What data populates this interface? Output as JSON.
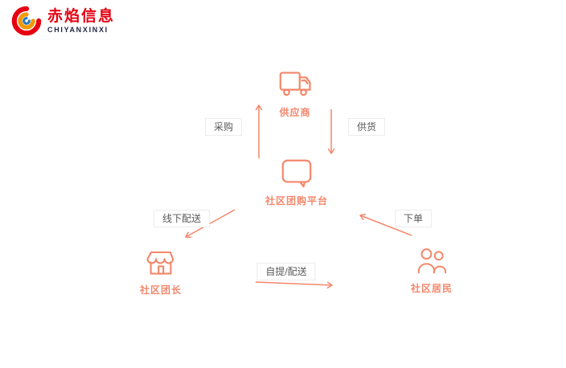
{
  "logo": {
    "title": "赤焰信息",
    "subtitle": "CHIYANXINXI"
  },
  "nodes": {
    "supplier": {
      "label": "供应商",
      "icon": "truck-icon"
    },
    "platform": {
      "label": "社区团购平台",
      "icon": "chat-bubble-platform-icon"
    },
    "leader": {
      "label": "社区团长",
      "icon": "storefront-icon"
    },
    "residents": {
      "label": "社区居民",
      "icon": "people-icon"
    }
  },
  "edges": {
    "purchase": {
      "label": "采购",
      "from": "platform",
      "to": "supplier"
    },
    "supply": {
      "label": "供货",
      "from": "supplier",
      "to": "platform"
    },
    "offline_delivery": {
      "label": "线下配送",
      "from": "platform",
      "to": "leader"
    },
    "place_order": {
      "label": "下单",
      "from": "residents",
      "to": "platform"
    },
    "pickup_delivery": {
      "label": "自提/配送",
      "from": "leader",
      "to": "residents"
    }
  },
  "colors": {
    "accent": "#F4876B",
    "logo_red": "#E60012",
    "logo_orange": "#F39800",
    "logo_blue": "#2B7BBE",
    "node_label": "#F4876B",
    "edge_label_text": "#595959",
    "edge_label_border": "#ececec",
    "background": "#ffffff"
  }
}
